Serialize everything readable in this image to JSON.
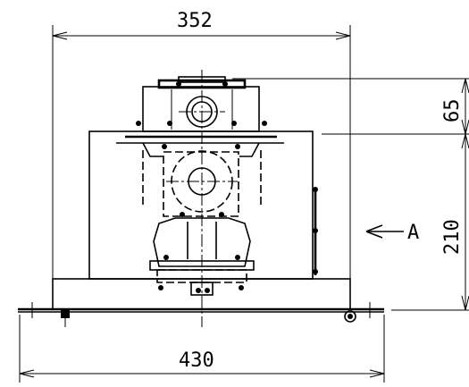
{
  "dimensions": {
    "top_width": "352",
    "bottom_width": "430",
    "right_upper": "65",
    "right_lower": "210"
  },
  "view_marker": {
    "label": "A"
  }
}
